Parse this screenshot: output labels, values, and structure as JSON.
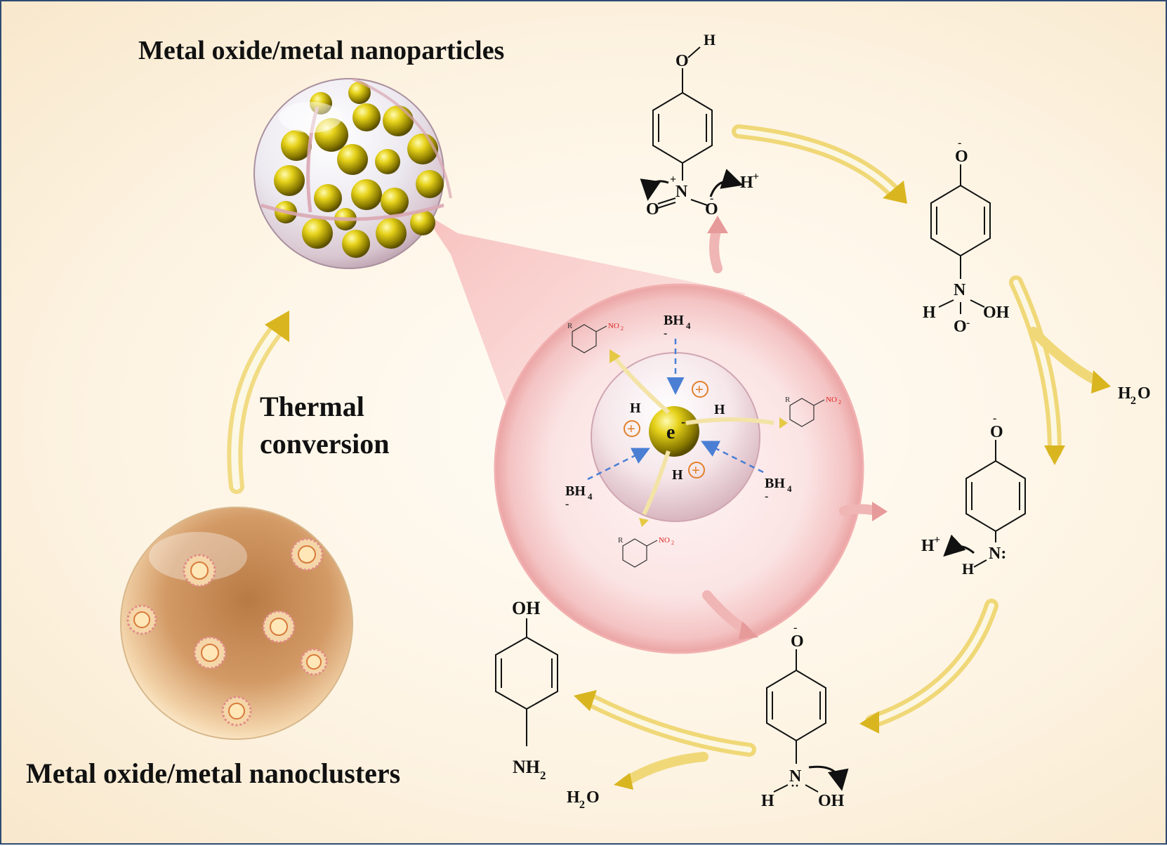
{
  "titles": {
    "nanoparticles": "Metal oxide/metal nanoparticles",
    "nanoclusters": "Metal oxide/metal nanoclusters",
    "thermal_1": "Thermal",
    "thermal_2": "conversion"
  },
  "catalyst": {
    "electron": "e",
    "electron_sup": "-",
    "bh4": "BH",
    "bh4_sub": "4",
    "bh4_charge": "-",
    "hydride": "H",
    "plus": "+",
    "substrate_r": "R",
    "substrate_no2": "NO",
    "substrate_no2_sub": "2"
  },
  "mechanism": {
    "nitrophenol": {
      "o": "O",
      "h": "H",
      "n": "N",
      "o_left": "O",
      "o_right": "O",
      "n_plus": "+",
      "o_minus": "-",
      "proton": "H",
      "proton_sup": "+"
    },
    "intermediate1": {
      "o_top": "O",
      "o_top_minus": "-",
      "n": "N",
      "h": "H",
      "oh": "OH",
      "o_bottom": "O",
      "o_bottom_minus": "-",
      "water": "H",
      "water_sub": "2",
      "water_o": "O"
    },
    "intermediate2": {
      "o_top": "O",
      "o_top_minus": "-",
      "n": "N:",
      "h": "H",
      "proton": "H",
      "proton_sup": "+"
    },
    "intermediate3": {
      "o_top": "O",
      "o_top_minus": "-",
      "n": "N",
      "lone_pair": "··",
      "h": "H",
      "oh": "OH"
    },
    "aminophenol": {
      "oh": "OH",
      "nh": "NH",
      "nh_sub": "2"
    },
    "water_bottom": {
      "h": "H",
      "sub": "2",
      "o": "O"
    }
  },
  "colors": {
    "border": "#2e4a73",
    "gold": "#c8b400",
    "pink": "#f2b7b7",
    "arrow_blue": "#4a7fd4",
    "plus_orange": "#e0802a",
    "no2_red": "#d22222"
  }
}
